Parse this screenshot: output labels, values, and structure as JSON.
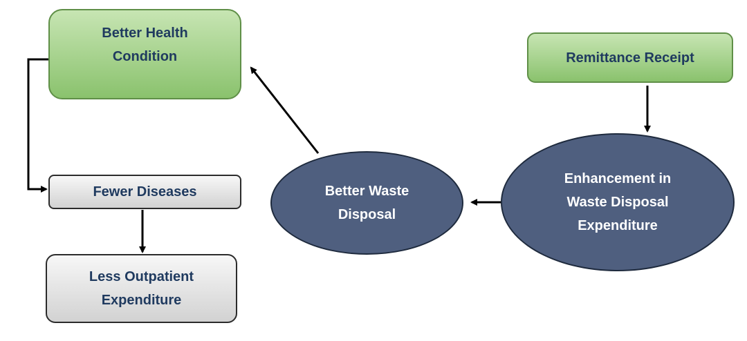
{
  "nodes": {
    "better_health": {
      "label": "Better Health\nCondition",
      "color": "#a9d48f"
    },
    "remittance_receipt": {
      "label": "Remittance Receipt",
      "color": "#a9d48f"
    },
    "fewer_diseases": {
      "label": "Fewer Diseases",
      "color": "#e6e6e6"
    },
    "less_outpatient": {
      "label": "Less Outpatient\nExpenditure",
      "color": "#e6e6e6"
    },
    "better_waste_disposal": {
      "label": "Better Waste\nDisposal",
      "color": "#4f5f7f"
    },
    "enhancement_waste_expenditure": {
      "label": "Enhancement in\nWaste Disposal\nExpenditure",
      "color": "#4f5f7f"
    }
  },
  "edges": [
    {
      "from": "remittance_receipt",
      "to": "enhancement_waste_expenditure"
    },
    {
      "from": "enhancement_waste_expenditure",
      "to": "better_waste_disposal"
    },
    {
      "from": "better_waste_disposal",
      "to": "better_health"
    },
    {
      "from": "better_health",
      "to": "fewer_diseases"
    },
    {
      "from": "fewer_diseases",
      "to": "less_outpatient"
    }
  ],
  "colors": {
    "text_dark": "#1f3a5f",
    "text_light": "#ffffff",
    "arrow": "#000000"
  }
}
